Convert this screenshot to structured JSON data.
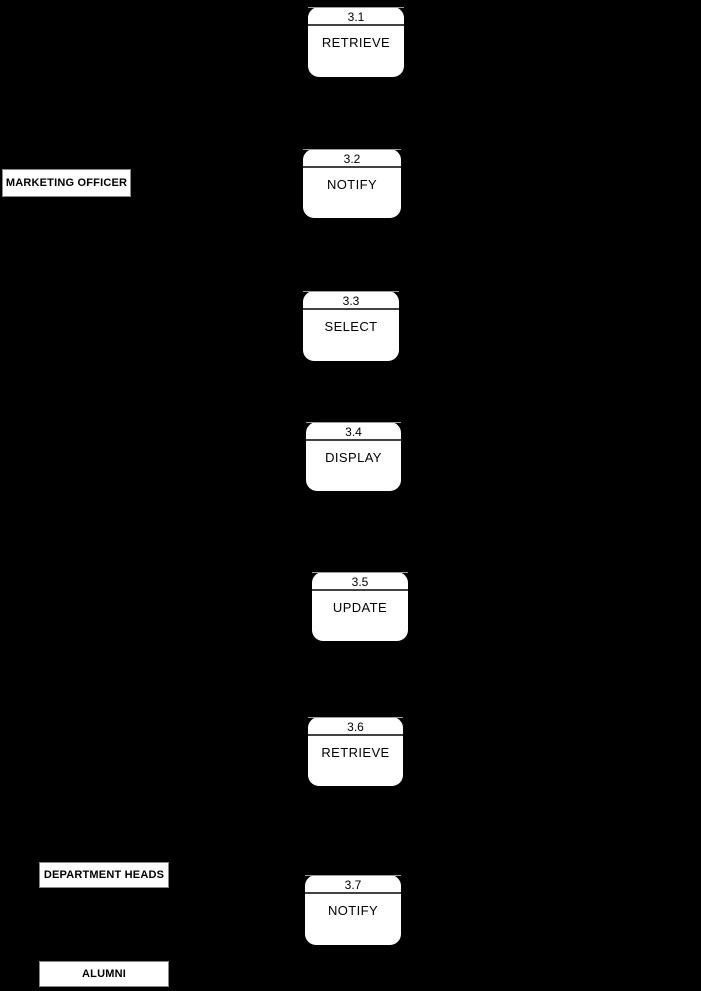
{
  "diagram": {
    "type": "data-flow-diagram",
    "colors": {
      "background": "#000000",
      "node_fill": "#ffffff",
      "node_text": "#000000",
      "divider": "#424242",
      "entity_border": "#8a8a8a"
    },
    "processes": [
      {
        "number": "3.1",
        "label": "RETRIEVE"
      },
      {
        "number": "3.2",
        "label": "NOTIFY"
      },
      {
        "number": "3.3",
        "label": "SELECT"
      },
      {
        "number": "3.4",
        "label": "DISPLAY"
      },
      {
        "number": "3.5",
        "label": "UPDATE"
      },
      {
        "number": "3.6",
        "label": "RETRIEVE"
      },
      {
        "number": "3.7",
        "label": "NOTIFY"
      }
    ],
    "entities": [
      {
        "label": "MARKETING OFFICER"
      },
      {
        "label": "DEPARTMENT HEADS"
      },
      {
        "label": "ALUMNI"
      }
    ]
  }
}
